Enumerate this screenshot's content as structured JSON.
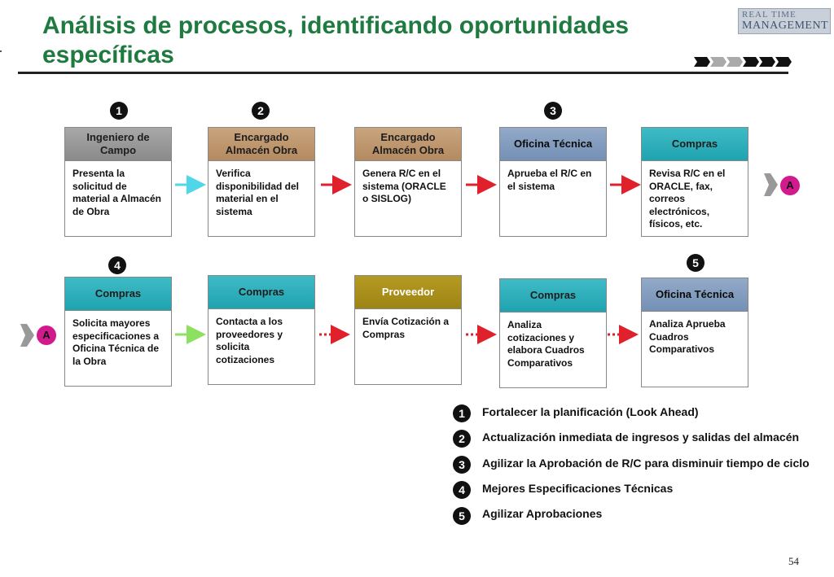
{
  "page": {
    "title": "Análisis de procesos, identificando oportunidades específicas",
    "logo_line1": "REAL TIME",
    "logo_line2": "MANAGEMENT",
    "page_number": "54"
  },
  "colors": {
    "title": "#1f7a3f",
    "header_gray": "#999999",
    "header_tan": "#bf9a70",
    "header_blue": "#809cc0",
    "header_teal": "#2fb0bc",
    "header_olive": "#a88d1a",
    "connector_tag": "#d11b8c",
    "arrow_red": "#e0202a",
    "arrow_cyan": "#4fd6e8",
    "arrow_green": "#8ee060"
  },
  "markers": [
    "1",
    "2",
    "3",
    "4",
    "5"
  ],
  "connector_label": "A",
  "row1": [
    {
      "header": "Ingeniero de Campo",
      "body": "Presenta la solicitud de material a Almacén de Obra"
    },
    {
      "header": "Encargado Almacén Obra",
      "body": "Verifica disponibilidad del material en el sistema"
    },
    {
      "header": "Encargado Almacén Obra",
      "body": "Genera R/C en el sistema (ORACLE o SISLOG)"
    },
    {
      "header": "Oficina Técnica",
      "body": "Aprueba el R/C en el sistema"
    },
    {
      "header": "Compras",
      "body": "Revisa R/C en el ORACLE, fax, correos electrónicos, físicos, etc."
    }
  ],
  "row2": [
    {
      "header": "Compras",
      "body": "Solicita mayores especificaciones a Oficina Técnica de la Obra"
    },
    {
      "header": "Compras",
      "body": "Contacta a los proveedores y solicita cotizaciones"
    },
    {
      "header": "Proveedor",
      "body": "Envía Cotización a Compras"
    },
    {
      "header": "Compras",
      "body": "Analiza cotizaciones y elabora Cuadros Comparativos"
    },
    {
      "header": "Oficina Técnica",
      "body": "Analiza Aprueba Cuadros Comparativos"
    }
  ],
  "legend": [
    {
      "num": "1",
      "text": "Fortalecer la planificación (Look Ahead)"
    },
    {
      "num": "2",
      "text": "Actualización inmediata de ingresos y salidas del almacén"
    },
    {
      "num": "3",
      "text": "Agilizar la Aprobación de R/C para disminuir tiempo de ciclo"
    },
    {
      "num": "4",
      "text": "Mejores Especificaciones Técnicas"
    },
    {
      "num": "5",
      "text": "Agilizar Aprobaciones"
    }
  ]
}
